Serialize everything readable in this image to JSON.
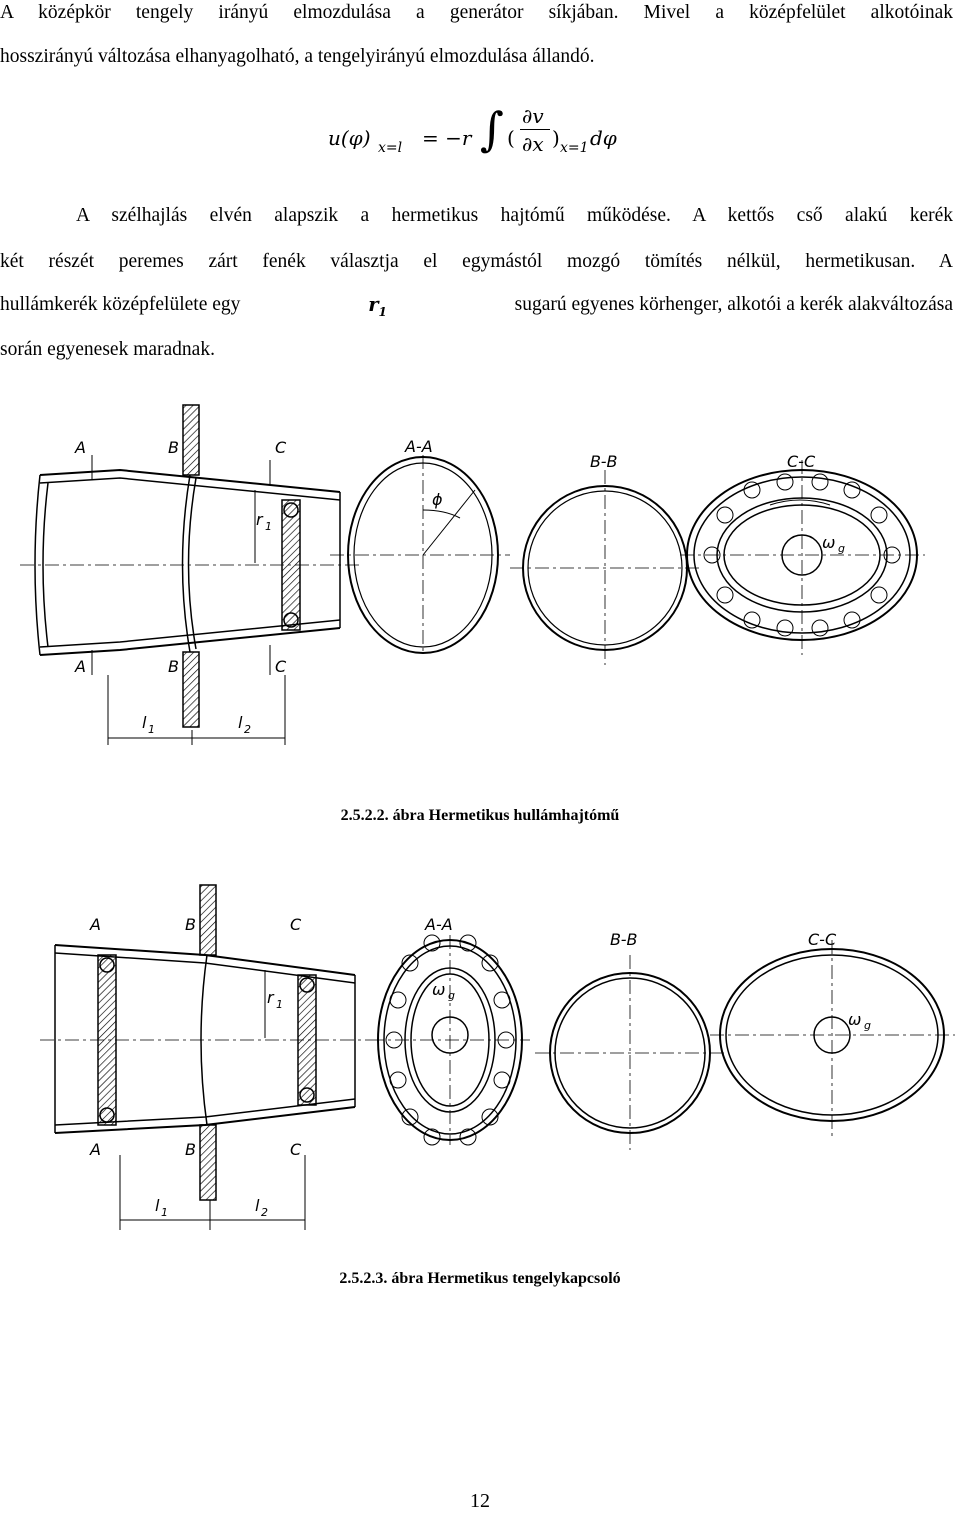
{
  "text": {
    "line1": "A középkör tengely irányú elmozdulása a generátor síkjában. Mivel a középfelület alkotóinak",
    "line2": "hosszirányú változása elhanyagolható, a tengelyirányú elmozdulása állandó.",
    "para2_line1": "A szélhajlás elvén alapszik a hermetikus hajtómű működése. A kettős cső alakú kerék",
    "para2_line2": "két részét peremes zárt fenék választja el egymástól mozgó tömítés nélkül, hermetikusan. A",
    "para2_line3_a": "hullámkerék középfelülete egy",
    "para2_line3_var": "r",
    "para2_line3_sub": "1",
    "para2_line3_b": "sugarú egyenes körhenger, alkotói a kerék alakváltozása",
    "para2_line4": "során egyenesek maradnak."
  },
  "formula": {
    "lhs": "u(φ)",
    "lhs_sub": "x=l",
    "eq": "= −r",
    "integral": "∫",
    "paren_open": "(",
    "numerator": "∂v",
    "denominator": "∂x",
    "paren_close": ")",
    "rhs_sub": "x=1",
    "dphi": "dφ"
  },
  "figure1": {
    "labels": {
      "A": "A",
      "B": "B",
      "C": "C",
      "AA": "A-A",
      "BB": "B-B",
      "CC": "C-C",
      "r": "r",
      "r_sub": "1",
      "l1": "l",
      "l1_sub": "1",
      "l2": "l",
      "l2_sub": "2",
      "phi": "ϕ",
      "omega": "ω",
      "omega_sub": "g"
    },
    "caption": "2.5.2.2. ábra Hermetikus hullámhajtómű"
  },
  "figure2": {
    "labels": {
      "A": "A",
      "B": "B",
      "C": "C",
      "AA": "A-A",
      "BB": "B-B",
      "CC": "C-C",
      "r": "r",
      "r_sub": "1",
      "l1": "l",
      "l1_sub": "1",
      "l2": "l",
      "l2_sub": "2",
      "omega": "ω",
      "omega_sub": "g"
    },
    "caption": "2.5.2.3. ábra Hermetikus tengelykapcsoló"
  },
  "page_number": "12"
}
